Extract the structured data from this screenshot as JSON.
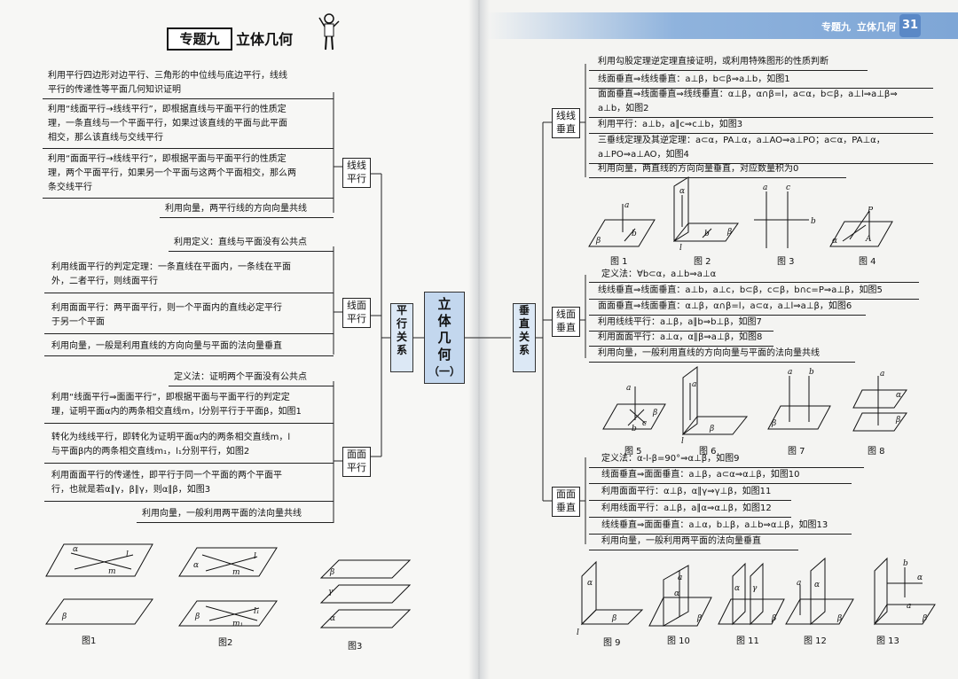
{
  "header": {
    "topic_box": "专题九",
    "topic_title": "立体几何",
    "right_section": "专题九",
    "right_title": "立体几何",
    "page_number": "31"
  },
  "center": {
    "title": "立体几何（一）",
    "chars": [
      "立",
      "体",
      "几",
      "何",
      "（",
      "一",
      "）"
    ]
  },
  "parallel": {
    "label": "平行关系",
    "chars": [
      "平",
      "行",
      "关",
      "系"
    ],
    "line_line": {
      "label": "线线平行",
      "items": [
        [
          "利用平行四边形对边平行、三角形的中位线与底边平行，线线",
          "平行的传递性等平面几何知识证明"
        ],
        [
          "利用“线面平行→线线平行”，即根据直线与平面平行的性质定",
          "理，一条直线与一个平面平行，如果过该直线的平面与此平面",
          "相交，那么该直线与交线平行"
        ],
        [
          "利用“面面平行→线线平行”，即根据平面与平面平行的性质定",
          "理，两个平面平行，如果另一个平面与这两个平面相交，那么两",
          "条交线平行"
        ],
        [
          "利用向量，两平行线的方向向量共线"
        ]
      ]
    },
    "line_plane": {
      "label": "线面平行",
      "items": [
        [
          "利用定义：直线与平面没有公共点"
        ],
        [
          "利用线面平行的判定定理：一条直线在平面内，一条线在平面",
          "外，二者平行，则线面平行"
        ],
        [
          "利用面面平行：两平面平行，则一个平面内的直线必定平行",
          "于另一个平面"
        ],
        [
          "利用向量，一般是利用直线的方向向量与平面的法向量垂直"
        ]
      ]
    },
    "plane_plane": {
      "label": "面面平行",
      "items": [
        [
          "定义法：证明两个平面没有公共点"
        ],
        [
          "利用“线面平行⇒面面平行”，即根据平面与平面平行的判定定",
          "理，证明平面α内的两条相交直线m，l分别平行于平面β，如图1"
        ],
        [
          "转化为线线平行，即转化为证明平面α内的两条相交直线m，l",
          "与平面β内的两条相交直线m₁，l₁分别平行，如图2"
        ],
        [
          "利用面面平行的传递性，即平行于同一个平面的两个平面平",
          "行，也就是若α∥γ，β∥γ，则α∥β，如图3"
        ],
        [
          "利用向量，一般利用两平面的法向量共线"
        ]
      ]
    },
    "figures": [
      "图1",
      "图2",
      "图3"
    ]
  },
  "perpendicular": {
    "label": "垂直关系",
    "chars": [
      "垂",
      "直",
      "关",
      "系"
    ],
    "line_line": {
      "label": "线线垂直",
      "items": [
        [
          "利用勾股定理逆定理直接证明，或利用特殊图形的性质判断"
        ],
        [
          "线面垂直⇒线线垂直：a⊥β，b⊂β⇒a⊥b，如图1"
        ],
        [
          "面面垂直⇒线面垂直⇒线线垂直：α⊥β，α∩β=l，a⊂α，b⊂β，a⊥l⇒a⊥β⇒",
          "a⊥b，如图2"
        ],
        [
          "利用平行：a⊥b，a∥c⇒c⊥b，如图3"
        ],
        [
          "三垂线定理及其逆定理：a⊂α，PA⊥α，a⊥AO⇒a⊥PO；a⊂α，PA⊥α，",
          "a⊥PO⇒a⊥AO，如图4"
        ],
        [
          "利用向量，两直线的方向向量垂直，对应数量积为0"
        ]
      ],
      "figures": [
        "图 1",
        "图 2",
        "图 3",
        "图 4"
      ]
    },
    "line_plane": {
      "label": "线面垂直",
      "items": [
        [
          "定义法：∀b⊂α，a⊥b⇒a⊥α"
        ],
        [
          "线线垂直⇒线面垂直：a⊥b，a⊥c，b⊂β，c⊂β，b∩c=P⇒a⊥β，如图5"
        ],
        [
          "面面垂直⇒线面垂直：α⊥β，α∩β=l，a⊂α，a⊥l⇒a⊥β，如图6"
        ],
        [
          "利用线线平行：a⊥β，a∥b⇒b⊥β，如图7"
        ],
        [
          "利用面面平行：a⊥α，α∥β⇒a⊥β，如图8"
        ],
        [
          "利用向量，一般利用直线的方向向量与平面的法向量共线"
        ]
      ],
      "figures": [
        "图 5",
        "图 6",
        "图 7",
        "图 8"
      ]
    },
    "plane_plane": {
      "label": "面面垂直",
      "items": [
        [
          "定义法：α-l-β=90°⇒α⊥β，如图9"
        ],
        [
          "线面垂直⇒面面垂直：a⊥β，a⊂α⇒α⊥β，如图10"
        ],
        [
          "利用面面平行：α⊥β，α∥γ⇒γ⊥β，如图11"
        ],
        [
          "利用线面平行：a⊥β，a∥α⇒α⊥β，如图12"
        ],
        [
          "线线垂直⇒面面垂直：a⊥α，b⊥β，a⊥b⇒α⊥β，如图13"
        ],
        [
          "利用向量，一般利用两平面的法向量垂直"
        ]
      ],
      "figures": [
        "图 9",
        "图 10",
        "图 11",
        "图 12",
        "图 13"
      ]
    }
  }
}
